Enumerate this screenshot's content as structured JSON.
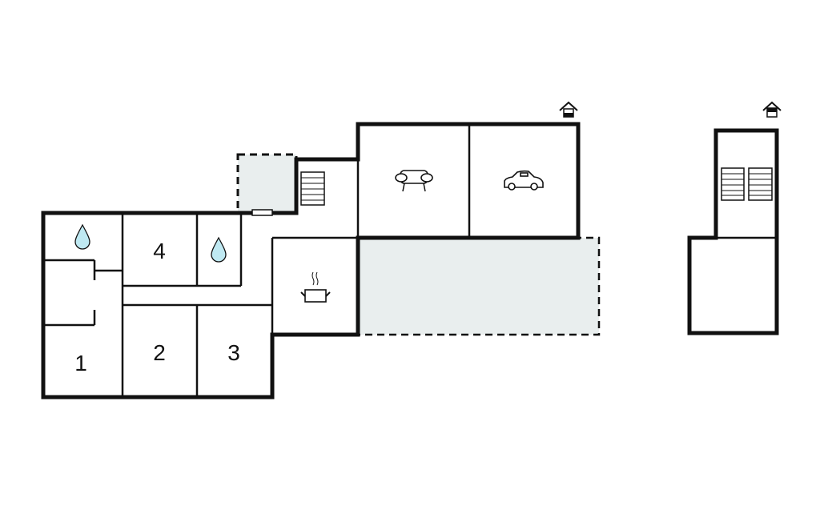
{
  "rooms": {
    "bedroom_1": "1",
    "bedroom_2": "2",
    "bedroom_3": "3",
    "bedroom_4": "4"
  },
  "colors": {
    "wall": "#111111",
    "outdoor_area": "#e9eeee",
    "water": "#bfe9f2"
  },
  "icons": [
    "bathroom-drop-icon",
    "kitchen-pot-icon",
    "living-sofa-icon",
    "garage-car-icon",
    "stairs-icon",
    "entrance-icon"
  ]
}
